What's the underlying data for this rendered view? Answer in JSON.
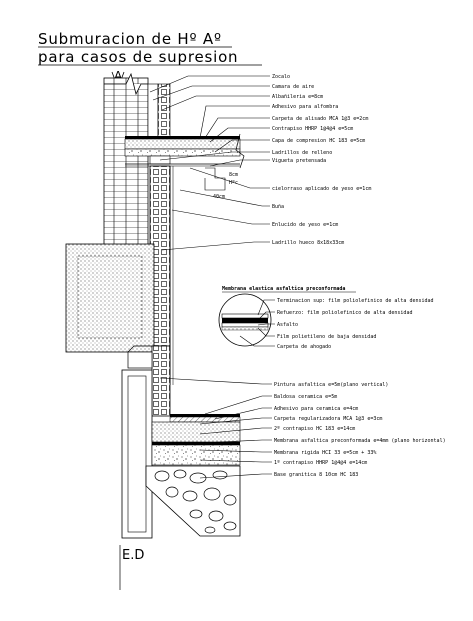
{
  "title": {
    "line1": "Submuracion de Hº Aº",
    "line2": "para casos de supresion"
  },
  "section_mark": "A",
  "foot_mark": "E.D",
  "labels": {
    "zocalo": "Zocalo",
    "camara_aire": "Camara de aire",
    "albanileria": "Albañileria e=8cm",
    "adhesivo_alfombra": "Adhesivo para alfombra",
    "carpeta_alisado": "Carpeta de alisado MCA 1@3 e=2cm",
    "contrapiso": "Contrapiso HHRP 1@4@4 e=5cm",
    "capa_compresion": "Capa de compresion HC 183 e=5cm",
    "ladrillos_relleno": "Ladrillos de relleno",
    "vigueta": "Vigueta pretensada",
    "cielorraso": "cielorraso aplicado de yeso e=1cm",
    "buna": "Buña",
    "enlucido": "Enlucido de yeso e=1cm",
    "ladrillo_hueco": "Ladrillo hueco 8x18x33cm",
    "membrana_title": "Membrana elastica asfaltica preconformada",
    "memb_1": "Terminacion sup: film poliolefinico de alta densidad",
    "memb_2": "Refuerzo: film poliolefinico de alta densidad",
    "memb_3": "Asfalto",
    "memb_4": "Film polietileno de baja densidad",
    "memb_5": "Carpeta de ahogado",
    "pintura": "Pintura asfaltica e=5m(plano vertical)",
    "baldosa": "Baldosa ceramica e=5m",
    "adhesivo_ceramica": "Adhesivo para ceramica e=4cm",
    "carpeta_regularizadora": "Carpeta regularizadora MCA 1@3 e=3cm",
    "contrapiso_2": "2º contrapiso HC 183 e=14cm",
    "membrana_horizontal": "Membrana asfaltica preconformada e=4mm (plano horizontal)",
    "membrana_rigida": "Membrana rigida HCI 33 e=5cm + 33%",
    "contrapiso_1": "1º contrapiso HHRP 1@4@4 e=14cm",
    "base_granitica": "Base granitica 8 10cm HC 183"
  },
  "small_labels": {
    "s1": "8cm",
    "s2": "Hºc",
    "s3": "40cm"
  }
}
